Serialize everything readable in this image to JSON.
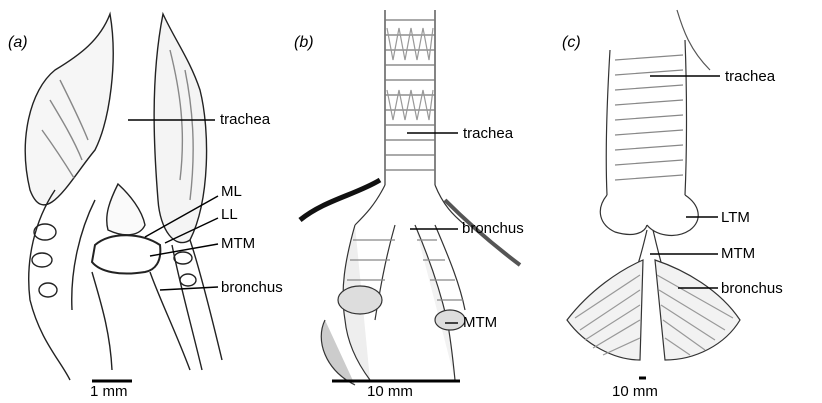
{
  "panels": {
    "a": {
      "id": "(a)",
      "labels": [
        "trachea",
        "ML",
        "LL",
        "MTM",
        "bronchus"
      ],
      "scale": "1 mm"
    },
    "b": {
      "id": "(b)",
      "labels": [
        "trachea",
        "bronchus",
        "MTM"
      ],
      "scale": "10 mm"
    },
    "c": {
      "id": "(c)",
      "labels": [
        "trachea",
        "LTM",
        "MTM",
        "bronchus"
      ],
      "scale": "10 mm"
    }
  }
}
